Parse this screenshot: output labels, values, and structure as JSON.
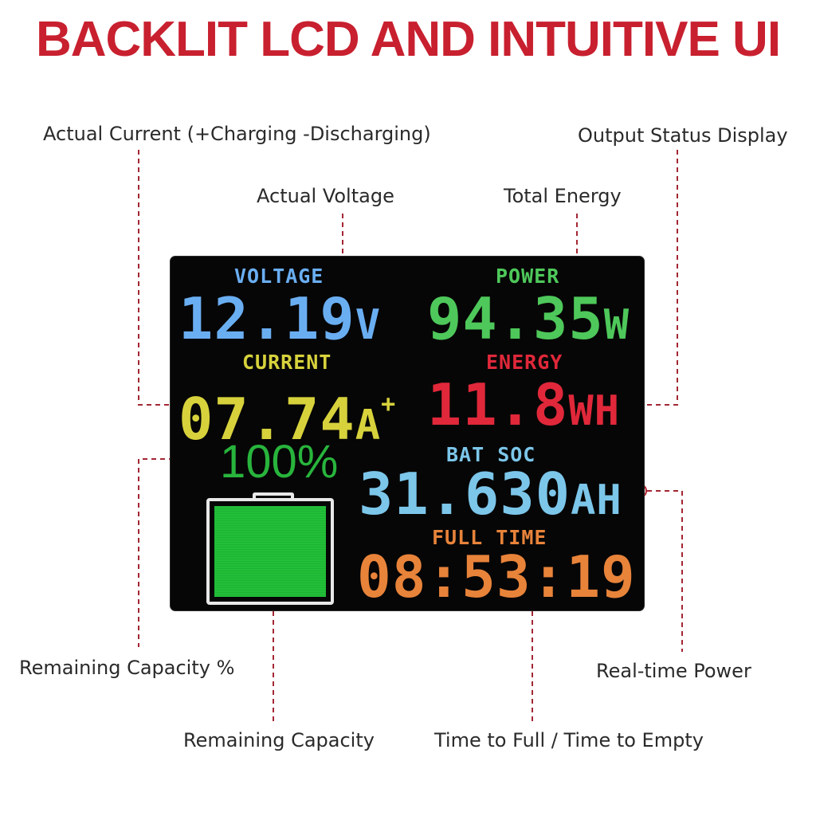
{
  "headline": {
    "text": "BACKLIT LCD AND INTUITIVE UI",
    "color": "#c8202f"
  },
  "callouts": {
    "actual_current": "Actual Current (+Charging -Discharging)",
    "output_status": "Output Status Display",
    "actual_voltage": "Actual Voltage",
    "total_energy": "Total Energy",
    "remaining_capacity_pct": "Remaining Capacity %",
    "real_time_power": "Real-time Power",
    "remaining_capacity": "Remaining Capacity",
    "time_to_full_empty": "Time to Full / Time to Empty"
  },
  "lcd": {
    "voltage": {
      "label": "VOLTAGE",
      "value": "12.19",
      "unit": "V",
      "color": "#6aaef2"
    },
    "power": {
      "label": "POWER",
      "value": "94.35",
      "unit": "W",
      "color": "#4ec85a"
    },
    "current": {
      "label": "CURRENT",
      "value": "07.74",
      "unit": "A",
      "sign": "+",
      "color": "#d7d23c"
    },
    "energy": {
      "label": "ENERGY",
      "value": "11.8",
      "unit": "WH",
      "color": "#e0283a"
    },
    "soc_percent": {
      "value": "100%",
      "level": 1.0,
      "color": "#28b43c"
    },
    "bat_soc": {
      "label": "BAT SOC",
      "value": "31.630",
      "unit": "AH",
      "color": "#7cc6ea"
    },
    "full_time": {
      "label": "FULL TIME",
      "value": "08:53:19",
      "color": "#e8833a"
    }
  }
}
